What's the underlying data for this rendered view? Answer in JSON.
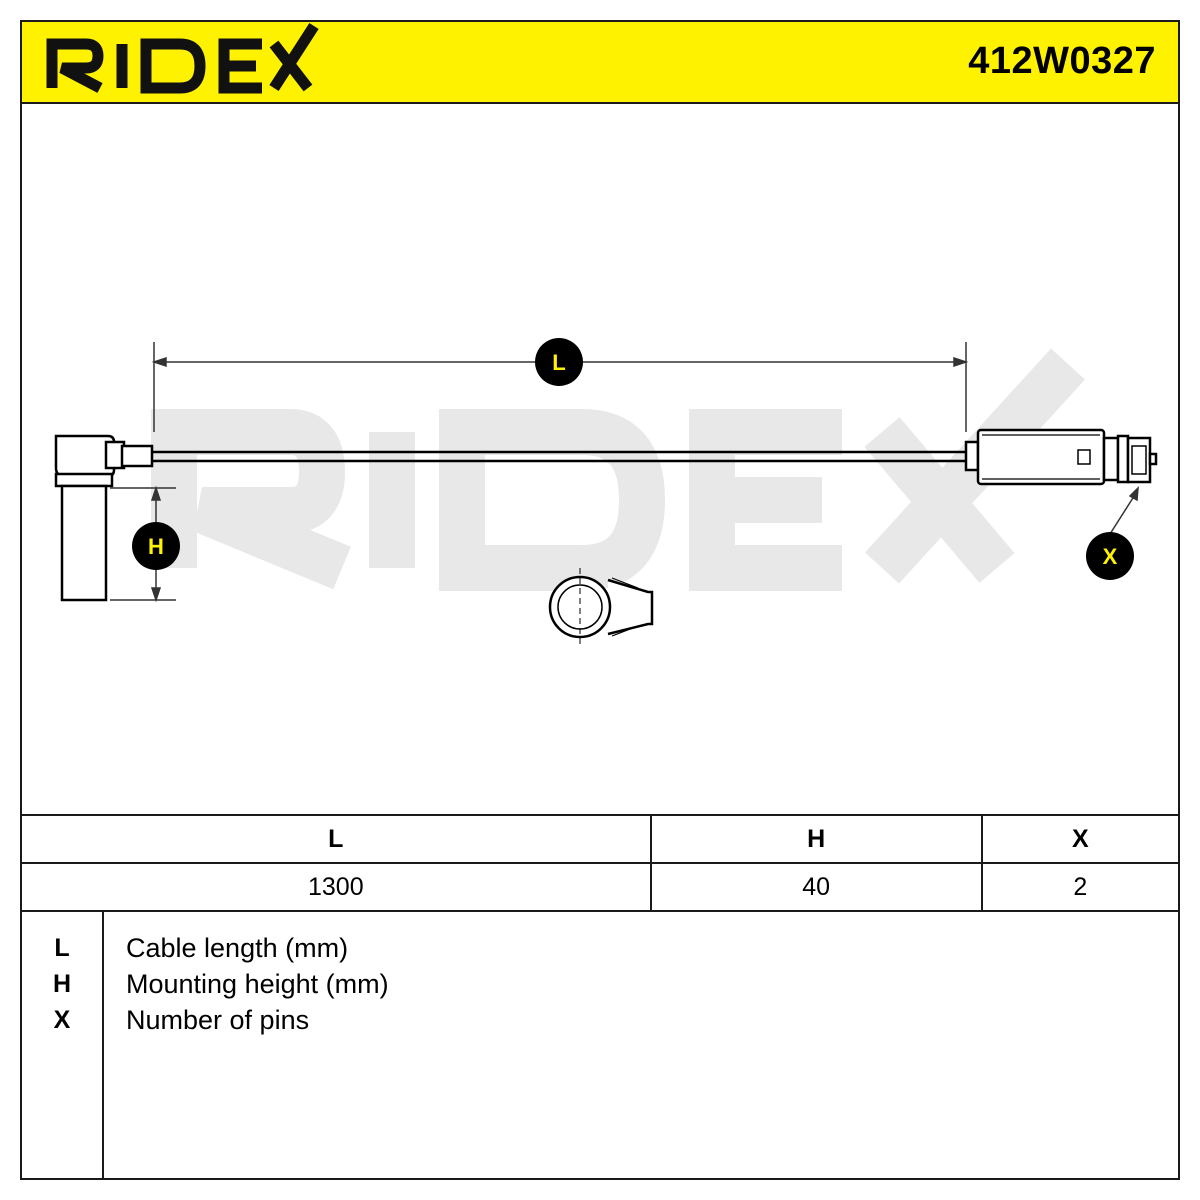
{
  "header": {
    "brand": "RIDEX",
    "part_number": "412W0327",
    "accent_color": "#fff200"
  },
  "watermark": {
    "text": "RIDEX",
    "color": "#e6e6e6"
  },
  "diagram": {
    "badges": {
      "length": "L",
      "height": "H",
      "pins": "X"
    }
  },
  "specs": {
    "headers": [
      "L",
      "H",
      "X"
    ],
    "values": [
      "1300",
      "40",
      "2"
    ]
  },
  "legend": [
    {
      "key": "L",
      "description": "Cable length (mm)"
    },
    {
      "key": "H",
      "description": "Mounting height (mm)"
    },
    {
      "key": "X",
      "description": "Number of pins"
    }
  ]
}
